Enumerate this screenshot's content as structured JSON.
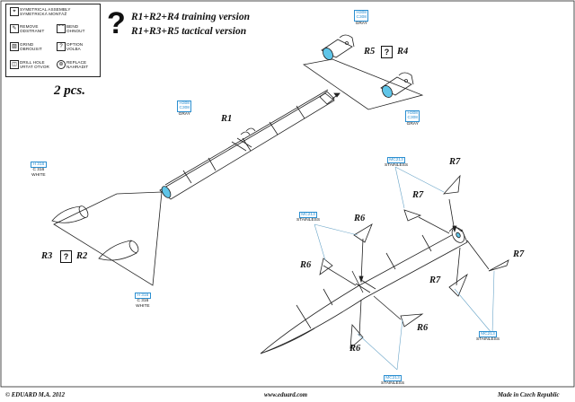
{
  "legend": {
    "items": [
      {
        "icon": "symmetrical-assembly-icon",
        "label_en": "SYMETRICAL ASSEMBLY",
        "label_cz": "SYMETRICKÁ MONTÁŽ"
      },
      {
        "icon": "remove-icon",
        "label_en": "REMOVE",
        "label_cz": "ODSTRANIT"
      },
      {
        "icon": "bend-icon",
        "label_en": "BEND",
        "label_cz": "OHNOUT"
      },
      {
        "icon": "grind-icon",
        "label_en": "GRIND",
        "label_cz": "OBROUSIT"
      },
      {
        "icon": "option-icon",
        "label_en": "OPTION",
        "label_cz": "VOLBA"
      },
      {
        "icon": "drill-hole-icon",
        "label_en": "DRILL HOLE",
        "label_cz": "VRTAT OTVOR"
      },
      {
        "icon": "replace-icon",
        "label_en": "REPLACE",
        "label_cz": "NAHRADIT"
      }
    ]
  },
  "header": {
    "question_mark": "?",
    "line1": "R1+R2+R4 training version",
    "line2": "R1+R3+R5 tactical version"
  },
  "quantity": "2 pcs.",
  "parts": {
    "r1": "R1",
    "r2": "R2",
    "r3": "R3",
    "r4": "R4",
    "r5": "R5",
    "r6": "R6",
    "r7": "R7",
    "option_mark": "?"
  },
  "paint_codes": {
    "gray_h": "H308",
    "gray_c": "C308",
    "gray_name": "GRAY",
    "white_h": "H 316",
    "white_c": "C 316",
    "white_name": "WHITE",
    "steel_code": "MC213",
    "steel_name": "STAINLESS"
  },
  "footer": {
    "copyright": "© EDUARD  M.A. 2012",
    "website": "www.eduard.com",
    "origin": "Made in Czech Republic"
  }
}
